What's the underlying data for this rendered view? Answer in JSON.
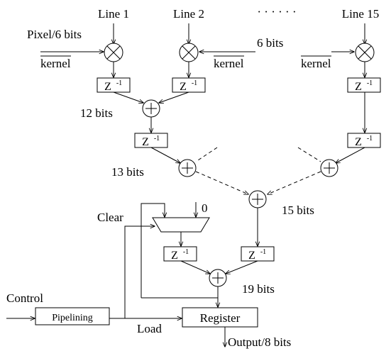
{
  "inputs": {
    "line1": "Line 1",
    "line2": "Line 2",
    "ellipsis": "· · · · · ·",
    "line15": "Line 15"
  },
  "labels": {
    "pixel": "Pixel/6 bits",
    "six_bits": "6 bits",
    "kernel": "kernel",
    "bits12": "12 bits",
    "bits13": "13 bits",
    "bits15": "15 bits",
    "bits19": "19 bits",
    "clear": "Clear",
    "zero": "0",
    "control": "Control",
    "load": "Load",
    "output": "Output/8 bits"
  },
  "blocks": {
    "delay_main": "Z",
    "delay_exp": "-1",
    "pipelining": "Pipelining",
    "register": "Register"
  }
}
